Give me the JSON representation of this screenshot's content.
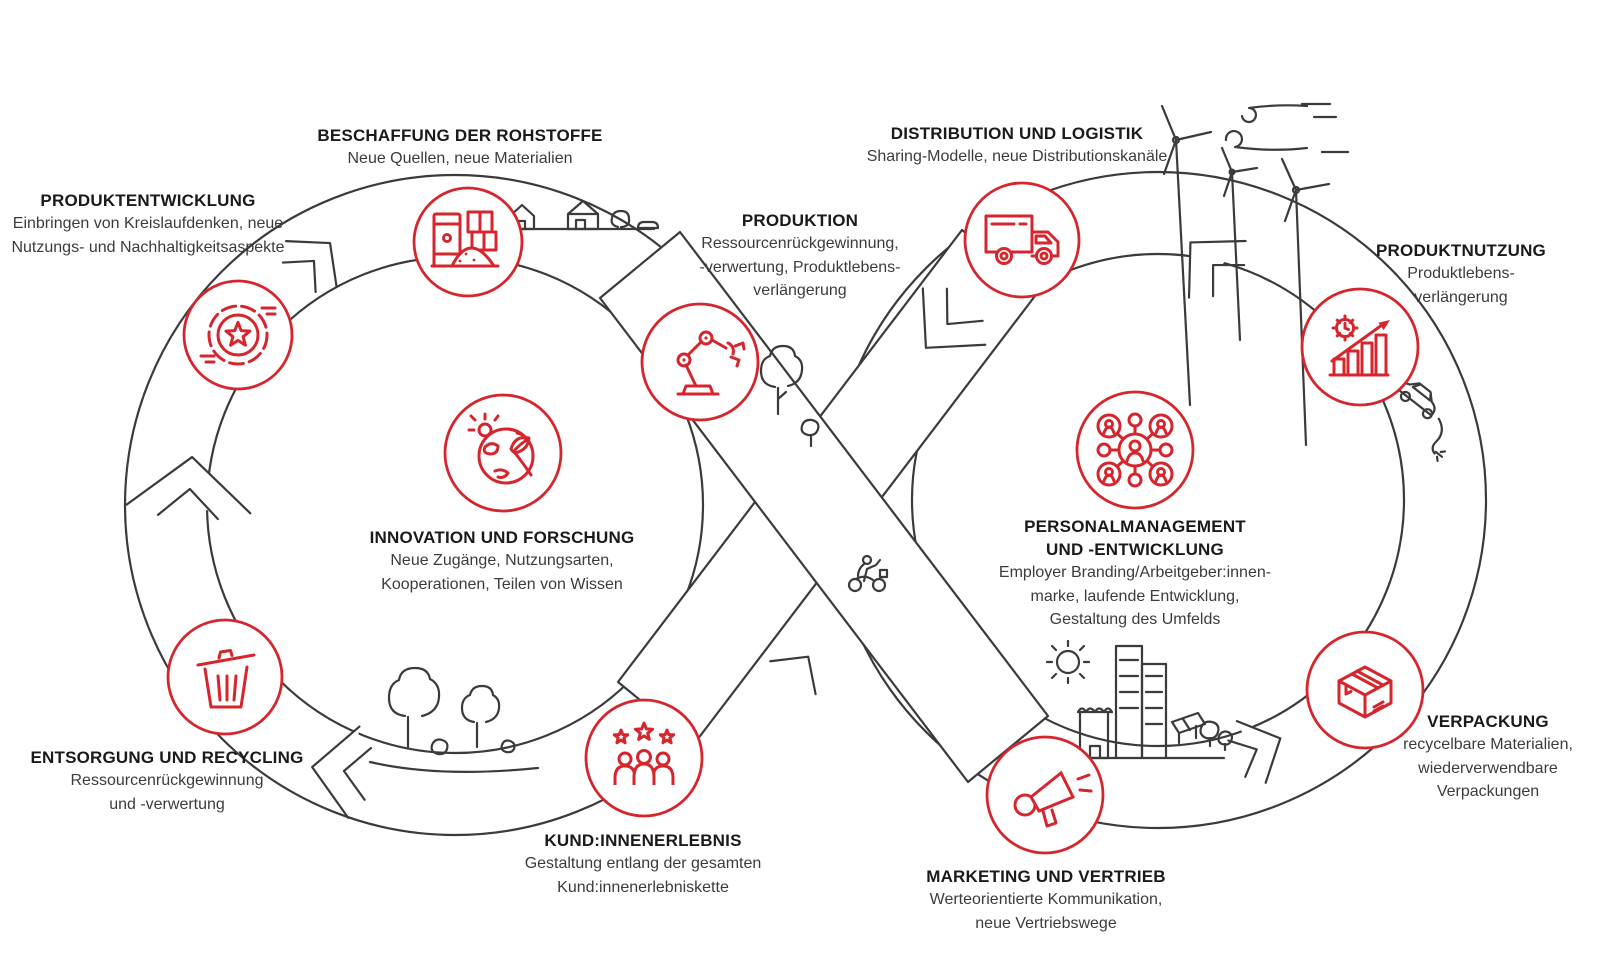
{
  "diagram": {
    "type": "infinity-loop-cycle",
    "language": "de",
    "colors": {
      "accent": "#d5262e",
      "line": "#3b3b3d",
      "title_text": "#1a1a1c",
      "subtitle_text": "#3c3c3e",
      "background": "#ffffff"
    },
    "nodes": [
      {
        "id": "produktentwicklung",
        "icon": "badge-star-icon",
        "title_lines": [
          "PRODUKTENTWICKLUNG"
        ],
        "subtitle_lines": [
          "Einbringen von Kreislaufdenken, neue",
          "Nutzungs- und Nachhaltigkeitsaspekte"
        ]
      },
      {
        "id": "beschaffung-der-rohstoffe",
        "icon": "raw-materials-icon",
        "title_lines": [
          "BESCHAFFUNG DER ROHSTOFFE"
        ],
        "subtitle_lines": [
          "Neue Quellen, neue Materialien"
        ]
      },
      {
        "id": "produktion",
        "icon": "robot-arm-icon",
        "title_lines": [
          "PRODUKTION"
        ],
        "subtitle_lines": [
          "Ressourcenrückgewinnung,",
          "-verwertung, Produktlebens-",
          "verlängerung"
        ]
      },
      {
        "id": "distribution-und-logistik",
        "icon": "truck-icon",
        "title_lines": [
          "DISTRIBUTION UND LOGISTIK"
        ],
        "subtitle_lines": [
          "Sharing-Modelle, neue Distributionskanäle"
        ]
      },
      {
        "id": "produktnutzung",
        "icon": "growth-chart-icon",
        "title_lines": [
          "PRODUKTNUTZUNG"
        ],
        "subtitle_lines": [
          "Produktlebens-",
          "verlängerung"
        ]
      },
      {
        "id": "innovation-und-forschung",
        "icon": "globe-leaf-icon",
        "title_lines": [
          "INNOVATION UND FORSCHUNG"
        ],
        "subtitle_lines": [
          "Neue Zugänge, Nutzungsarten,",
          "Kooperationen, Teilen von Wissen"
        ]
      },
      {
        "id": "personalmanagement-und-entwicklung",
        "icon": "people-network-icon",
        "title_lines": [
          "PERSONALMANAGEMENT",
          "UND -ENTWICKLUNG"
        ],
        "subtitle_lines": [
          "Employer Branding/Arbeitgeber:innen-",
          "marke, laufende Entwicklung,",
          "Gestaltung des Umfelds"
        ]
      },
      {
        "id": "entsorgung-und-recycling",
        "icon": "trash-bin-icon",
        "title_lines": [
          "ENTSORGUNG UND RECYCLING"
        ],
        "subtitle_lines": [
          "Ressourcenrückgewinnung",
          "und -verwertung"
        ]
      },
      {
        "id": "kundinnenerlebnis",
        "icon": "customers-stars-icon",
        "title_lines": [
          "KUND:INNENERLEBNIS"
        ],
        "subtitle_lines": [
          "Gestaltung entlang der gesamten",
          "Kund:innenerlebniskette"
        ]
      },
      {
        "id": "marketing-und-vertrieb",
        "icon": "megaphone-icon",
        "title_lines": [
          "MARKETING UND VERTRIEB"
        ],
        "subtitle_lines": [
          "Werteorientierte Kommunikation,",
          "neue Vertriebswege"
        ]
      },
      {
        "id": "verpackung",
        "icon": "package-box-icon",
        "title_lines": [
          "VERPACKUNG"
        ],
        "subtitle_lines": [
          "recycelbare Materialien,",
          "wiederverwendbare",
          "Verpackungen"
        ]
      }
    ],
    "decorations": [
      "farm-village-icon",
      "wind-turbine-icon",
      "wind-swirl-icon",
      "sun-icon",
      "city-solar-icon",
      "trees-icon",
      "tree-icon",
      "scooter-rider-icon",
      "electric-car-plug-icon"
    ]
  }
}
